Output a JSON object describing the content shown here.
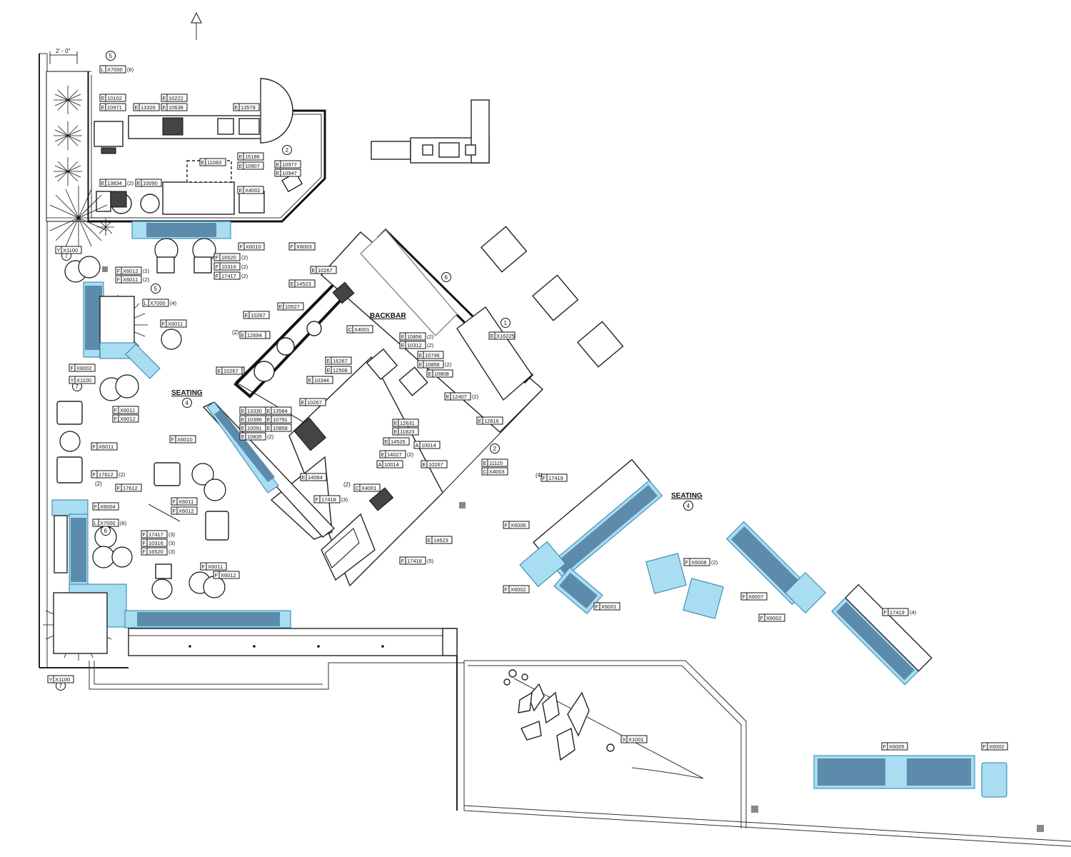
{
  "headings": {
    "backbar": "BACKBAR",
    "seating_left": "SEATING",
    "seating_right": "SEATING"
  },
  "dimension": "2' - 0\"",
  "ref_circles": [
    "5",
    "7",
    "5",
    "7",
    "4",
    "6",
    "1",
    "2",
    "2",
    "4",
    "6",
    "7"
  ],
  "tags": [
    {
      "p": "L",
      "c": "X7000",
      "s": "(6)"
    },
    {
      "p": "E",
      "c": "10102",
      "s": ""
    },
    {
      "p": "E",
      "c": "10971",
      "s": ""
    },
    {
      "p": "E",
      "c": "13326",
      "s": ""
    },
    {
      "p": "E",
      "c": "10222",
      "s": ""
    },
    {
      "p": "E",
      "c": "10638",
      "s": ""
    },
    {
      "p": "E",
      "c": "13578",
      "s": ""
    },
    {
      "p": "E",
      "c": "11083",
      "s": ""
    },
    {
      "p": "E",
      "c": "15186",
      "s": ""
    },
    {
      "p": "E",
      "c": "10907",
      "s": ""
    },
    {
      "p": "E",
      "c": "10977",
      "s": ""
    },
    {
      "p": "E",
      "c": "10947",
      "s": ""
    },
    {
      "p": "E",
      "c": "13834",
      "s": "(2)"
    },
    {
      "p": "E",
      "c": "10090",
      "s": ""
    },
    {
      "p": "E",
      "c": "X4002",
      "s": ""
    },
    {
      "p": "F",
      "c": "X6010",
      "s": ""
    },
    {
      "p": "F",
      "c": "X6003",
      "s": ""
    },
    {
      "p": "Y",
      "c": "X1100",
      "s": ""
    },
    {
      "p": "F",
      "c": "16520",
      "s": "(2)"
    },
    {
      "p": "F",
      "c": "10316",
      "s": "(2)"
    },
    {
      "p": "F",
      "c": "17417",
      "s": "(2)"
    },
    {
      "p": "F",
      "c": "X6012",
      "s": "(2)"
    },
    {
      "p": "F",
      "c": "X6011",
      "s": "(2)"
    },
    {
      "p": "L",
      "c": "X7000",
      "s": "(4)"
    },
    {
      "p": "F",
      "c": "X6011",
      "s": ""
    },
    {
      "p": "F",
      "c": "X6002",
      "s": ""
    },
    {
      "p": "Y",
      "c": "X1100",
      "s": ""
    },
    {
      "p": "F",
      "c": "X6011",
      "s": ""
    },
    {
      "p": "F",
      "c": "X6012",
      "s": ""
    },
    {
      "p": "F",
      "c": "X6011",
      "s": ""
    },
    {
      "p": "F",
      "c": "17612",
      "s": "(2)"
    },
    {
      "p": "F",
      "c": "17612",
      "s": ""
    },
    {
      "p": "F",
      "c": "X6010",
      "s": ""
    },
    {
      "p": "F",
      "c": "X6011",
      "s": ""
    },
    {
      "p": "F",
      "c": "X6012",
      "s": ""
    },
    {
      "p": "F",
      "c": "X6004",
      "s": ""
    },
    {
      "p": "L",
      "c": "X7000",
      "s": "(6)"
    },
    {
      "p": "F",
      "c": "17417",
      "s": "(3)"
    },
    {
      "p": "F",
      "c": "10316",
      "s": "(3)"
    },
    {
      "p": "F",
      "c": "16520",
      "s": "(3)"
    },
    {
      "p": "F",
      "c": "X6011",
      "s": ""
    },
    {
      "p": "F",
      "c": "X6012",
      "s": ""
    },
    {
      "p": "Y",
      "c": "X1100",
      "s": ""
    },
    {
      "p": "E",
      "c": "10267",
      "s": ""
    },
    {
      "p": "E",
      "c": "14523",
      "s": ""
    },
    {
      "p": "E",
      "c": "10267",
      "s": ""
    },
    {
      "p": "E",
      "c": "10527",
      "s": ""
    },
    {
      "p": "E",
      "c": "12694",
      "s": ""
    },
    {
      "p": "C",
      "c": "X4001",
      "s": ""
    },
    {
      "p": "E",
      "c": "10267",
      "s": ""
    },
    {
      "p": "E",
      "c": "16267",
      "s": ""
    },
    {
      "p": "E",
      "c": "12508",
      "s": ""
    },
    {
      "p": "E",
      "c": "10344",
      "s": ""
    },
    {
      "p": "E",
      "c": "10856",
      "s": "(2)"
    },
    {
      "p": "E",
      "c": "10312",
      "s": "(2)"
    },
    {
      "p": "E",
      "c": "10746",
      "s": ""
    },
    {
      "p": "E",
      "c": "10856",
      "s": "(2)"
    },
    {
      "p": "E",
      "c": "10808",
      "s": ""
    },
    {
      "p": "E",
      "c": "X16225",
      "s": ""
    },
    {
      "p": "E",
      "c": "12407",
      "s": "(2)"
    },
    {
      "p": "E",
      "c": "10267",
      "s": ""
    },
    {
      "p": "E",
      "c": "13330",
      "s": ""
    },
    {
      "p": "E",
      "c": "10396",
      "s": ""
    },
    {
      "p": "E",
      "c": "10091",
      "s": ""
    },
    {
      "p": "E",
      "c": "10835",
      "s": "(2)"
    },
    {
      "p": "E",
      "c": "13584",
      "s": ""
    },
    {
      "p": "E",
      "c": "10791",
      "s": ""
    },
    {
      "p": "E",
      "c": "10858",
      "s": ""
    },
    {
      "p": "E",
      "c": "12631",
      "s": ""
    },
    {
      "p": "E",
      "c": "11823",
      "s": ""
    },
    {
      "p": "E",
      "c": "14526",
      "s": ""
    },
    {
      "p": "A",
      "c": "10014",
      "s": ""
    },
    {
      "p": "E",
      "c": "14027",
      "s": "(2)"
    },
    {
      "p": "A",
      "c": "10014",
      "s": ""
    },
    {
      "p": "E",
      "c": "10267",
      "s": ""
    },
    {
      "p": "E",
      "c": "12616",
      "s": ""
    },
    {
      "p": "E",
      "c": "11115",
      "s": ""
    },
    {
      "p": "C",
      "c": "X4003",
      "s": ""
    },
    {
      "p": "E",
      "c": "14064",
      "s": ""
    },
    {
      "p": "C",
      "c": "X4001",
      "s": ""
    },
    {
      "p": "F",
      "c": "17418",
      "s": "(3)"
    },
    {
      "p": "E",
      "c": "14523",
      "s": ""
    },
    {
      "p": "F",
      "c": "17418",
      "s": "(5)"
    },
    {
      "p": "F",
      "c": "17419",
      "s": ""
    },
    {
      "p": "F",
      "c": "X6006",
      "s": ""
    },
    {
      "p": "F",
      "c": "X6002",
      "s": ""
    },
    {
      "p": "F",
      "c": "X6001",
      "s": ""
    },
    {
      "p": "F",
      "c": "X6008",
      "s": "(2)"
    },
    {
      "p": "F",
      "c": "X6007",
      "s": ""
    },
    {
      "p": "F",
      "c": "X6002",
      "s": ""
    },
    {
      "p": "F",
      "c": "17419",
      "s": "(4)"
    },
    {
      "p": "F",
      "c": "X6005",
      "s": ""
    },
    {
      "p": "F",
      "c": "X6002",
      "s": ""
    },
    {
      "p": "X",
      "c": "X1001",
      "s": ""
    },
    {
      "p": "E",
      "c": "10267",
      "s": ""
    },
    {
      "p": "E",
      "c": "12694",
      "s": ""
    },
    {
      "p": "E",
      "c": "10267",
      "s": ""
    }
  ],
  "prefix_labels": [
    "(4)",
    "(2)",
    "(2)",
    "(2)"
  ]
}
